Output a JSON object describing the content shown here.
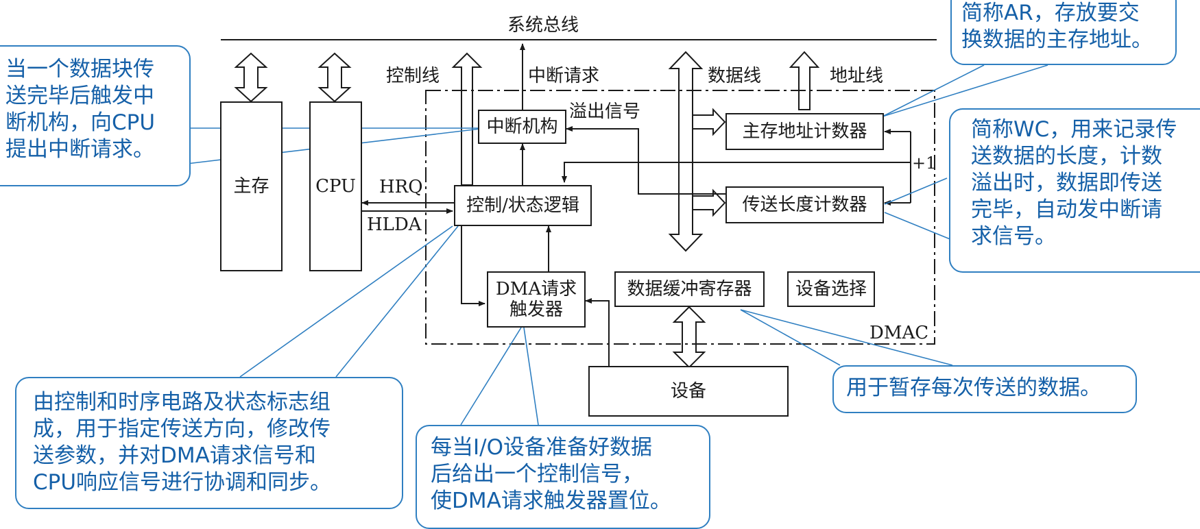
{
  "diagram": {
    "system_bus_label": "系统总线",
    "control_line_label": "控制线",
    "interrupt_request_label": "中断请求",
    "data_line_label": "数据线",
    "address_line_label": "地址线",
    "overflow_signal_label": "溢出信号",
    "plus_one_label": "+1",
    "hrq_label": "HRQ",
    "hlda_label": "HLDA",
    "dmac_label": "DMAC",
    "boxes": {
      "main_memory": "主存",
      "cpu": "CPU",
      "interrupt_unit": "中断机构",
      "control_logic": "控制/状态逻辑",
      "dma_trigger_line1": "DMA请求",
      "dma_trigger_line2": "触发器",
      "data_buffer": "数据缓冲寄存器",
      "device_select": "设备选择",
      "address_counter": "主存地址计数器",
      "length_counter": "传送长度计数器",
      "device": "设备"
    }
  },
  "callouts": {
    "ar": "简称AR，存放要交\n换数据的主存地址。",
    "interrupt": "当一个数据块传\n送完毕后触发中\n断机构，向CPU\n提出中断请求。",
    "wc": "简称WC，用来记录传\n送数据的长度，计数\n溢出时，数据即传送\n完毕，自动发中断请\n求信号。",
    "control_logic": "由控制和时序电路及状态标志组\n成，用于指定传送方向，修改传\n送参数，并对DMA请求信号和\nCPU响应信号进行协调和同步。",
    "dma_trigger": "每当I/O设备准备好数据\n后给出一个控制信号，\n使DMA请求触发器置位。",
    "buffer": "用于暂存每次传送的数据。"
  },
  "colors": {
    "callout_text": "#1560a8",
    "callout_border": "#2f7fc1",
    "leader_line": "#2f7fc1",
    "diagram_line": "#1a1a1a"
  }
}
